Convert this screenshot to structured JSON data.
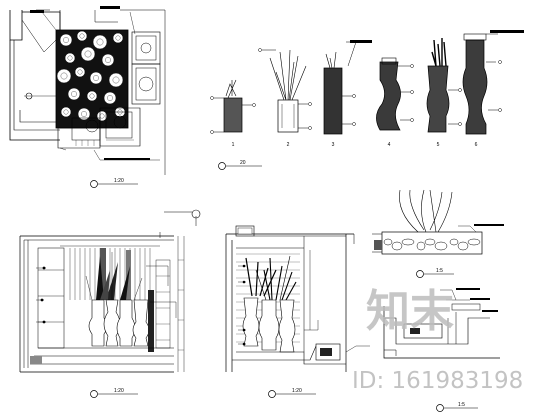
{
  "sheet": {
    "scales": {
      "plan": "1:20",
      "vases": "20",
      "elev_left": "1:20",
      "elev_right": "1:20",
      "section_top": "1:5",
      "section_bottom": "1:5"
    },
    "vase_numbers": [
      "1",
      "2",
      "3",
      "4",
      "5",
      "6"
    ]
  },
  "watermark": {
    "brand": "知末",
    "id_text": "ID: 161983198"
  }
}
